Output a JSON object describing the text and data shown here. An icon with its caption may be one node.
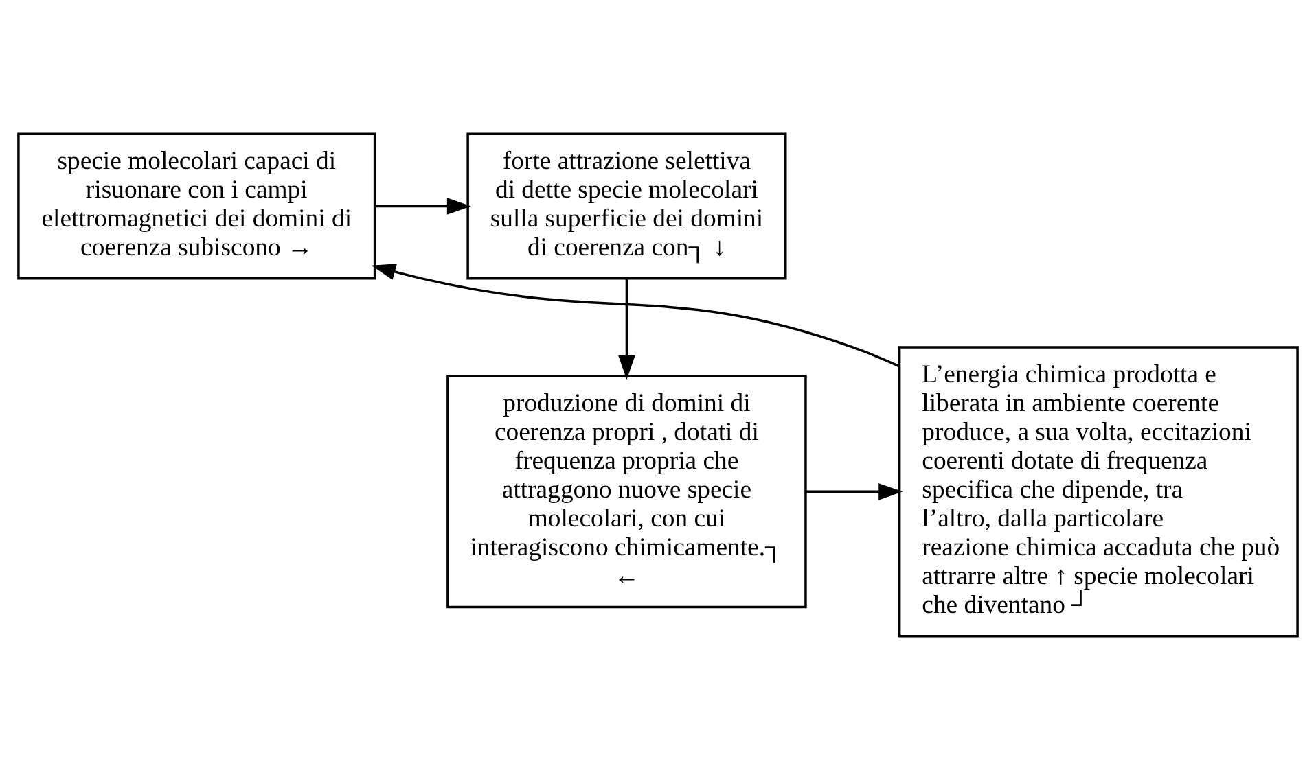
{
  "diagram": {
    "nodes": [
      {
        "text": [
          "specie molecolari capaci di risuonare con i campi elettromagnetici dei domini di coerenza subiscono →"
        ]
      },
      {
        "text": [
          "forte attrazione selettiva di dette specie molecolari sulla superficie dei domini di coerenza con┐ ↓"
        ]
      },
      {
        "text": [
          "produzione di domini di coerenza propri , dotati di frequenza propria che attraggono nuove specie molecolari, con cui interagiscono chimicamente.┐ ←"
        ]
      },
      {
        "text": [
          "L’energia chimica prodotta e liberata in ambiente coerente produce, a sua volta, eccitazioni coerenti dotate di frequenza specifica che dipende, tra l’altro, dalla particolare reazione chimica accaduta che può attrarre altre ↑ specie molecolari che diventano ┘"
        ]
      }
    ],
    "edges": [
      {
        "from": 0,
        "to": 1,
        "arrow": "to"
      },
      {
        "from": 1,
        "to": 2,
        "arrow": "to"
      },
      {
        "from": 2,
        "to": 3,
        "arrow": "to"
      },
      {
        "from": 3,
        "to": 0,
        "arrow": "to"
      }
    ]
  }
}
